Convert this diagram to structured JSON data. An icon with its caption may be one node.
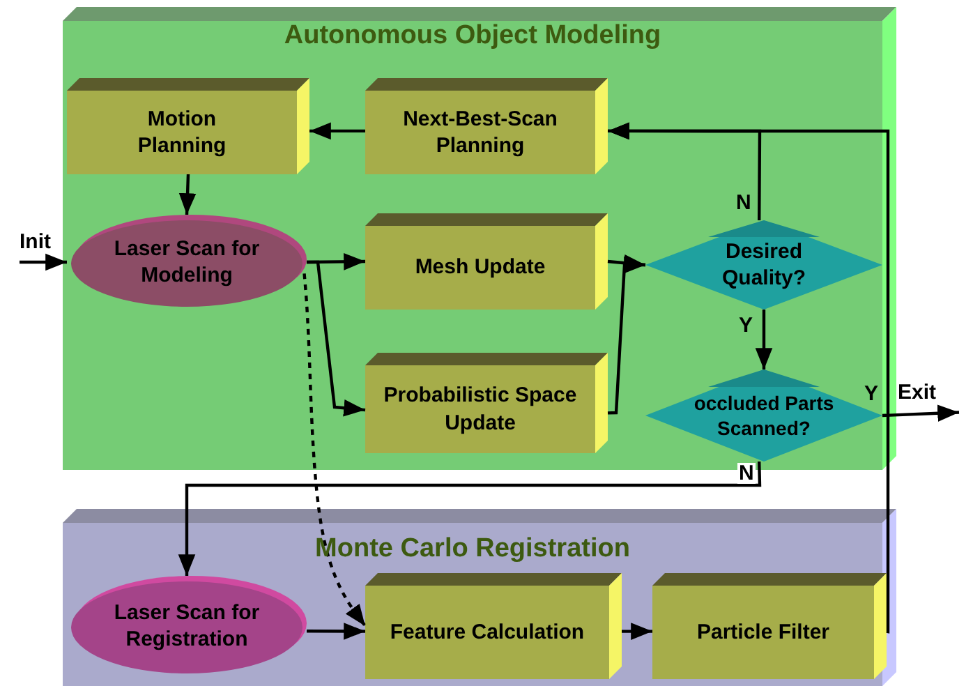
{
  "diagram": {
    "nodes": [
      {
        "text": [
          "Autonomous Object Modeling"
        ]
      },
      {
        "text": [
          "Motion Planning"
        ],
        "in": 0
      },
      {
        "text": [
          "Next-Best-Scan Planning"
        ],
        "in": 0
      },
      {
        "text": [
          "Laser Scan for Modeling"
        ],
        "in": 0
      },
      {
        "text": [
          "Mesh Update"
        ],
        "in": 0
      },
      {
        "text": [
          "Probabilistic Space Update"
        ],
        "in": 0
      },
      {
        "text": [
          "Desired Quality?"
        ],
        "in": 0
      },
      {
        "text": [
          "occluded Parts Scanned?"
        ],
        "in": 0
      },
      {
        "text": [
          "Monte Carlo Registration"
        ]
      },
      {
        "text": [
          "Laser Scan for Registration"
        ],
        "in": 8
      },
      {
        "text": [
          "Feature Calculation"
        ],
        "in": 8
      },
      {
        "text": [
          "Particle Filter"
        ],
        "in": 8
      },
      {
        "text": [
          "Init"
        ]
      },
      {
        "text": [
          "Exit"
        ]
      }
    ],
    "edges": [
      {
        "from": 12,
        "to": 3,
        "arrow": "to"
      },
      {
        "from": 2,
        "to": 1,
        "arrow": "to"
      },
      {
        "from": 1,
        "to": 3,
        "arrow": "to"
      },
      {
        "from": 3,
        "to": 4,
        "arrow": "to"
      },
      {
        "from": 3,
        "to": 5,
        "arrow": "to"
      },
      {
        "from": 4,
        "to": 6,
        "arrow": "to"
      },
      {
        "from": 5,
        "to": 6,
        "arrow": "to"
      },
      {
        "from": 6,
        "to": 2,
        "arrow": "to",
        "label": "N"
      },
      {
        "from": 6,
        "to": 7,
        "arrow": "to",
        "label": "Y"
      },
      {
        "from": 7,
        "to": 13,
        "arrow": "to",
        "label": "Y"
      },
      {
        "from": 7,
        "to": 9,
        "arrow": "to",
        "label": "N"
      },
      {
        "from": 3,
        "to": 10,
        "arrow": "to",
        "style": "dashed"
      },
      {
        "from": 9,
        "to": 10,
        "arrow": "to"
      },
      {
        "from": 10,
        "to": 11,
        "arrow": "to"
      },
      {
        "from": 11,
        "to": 2,
        "arrow": "to"
      }
    ]
  }
}
